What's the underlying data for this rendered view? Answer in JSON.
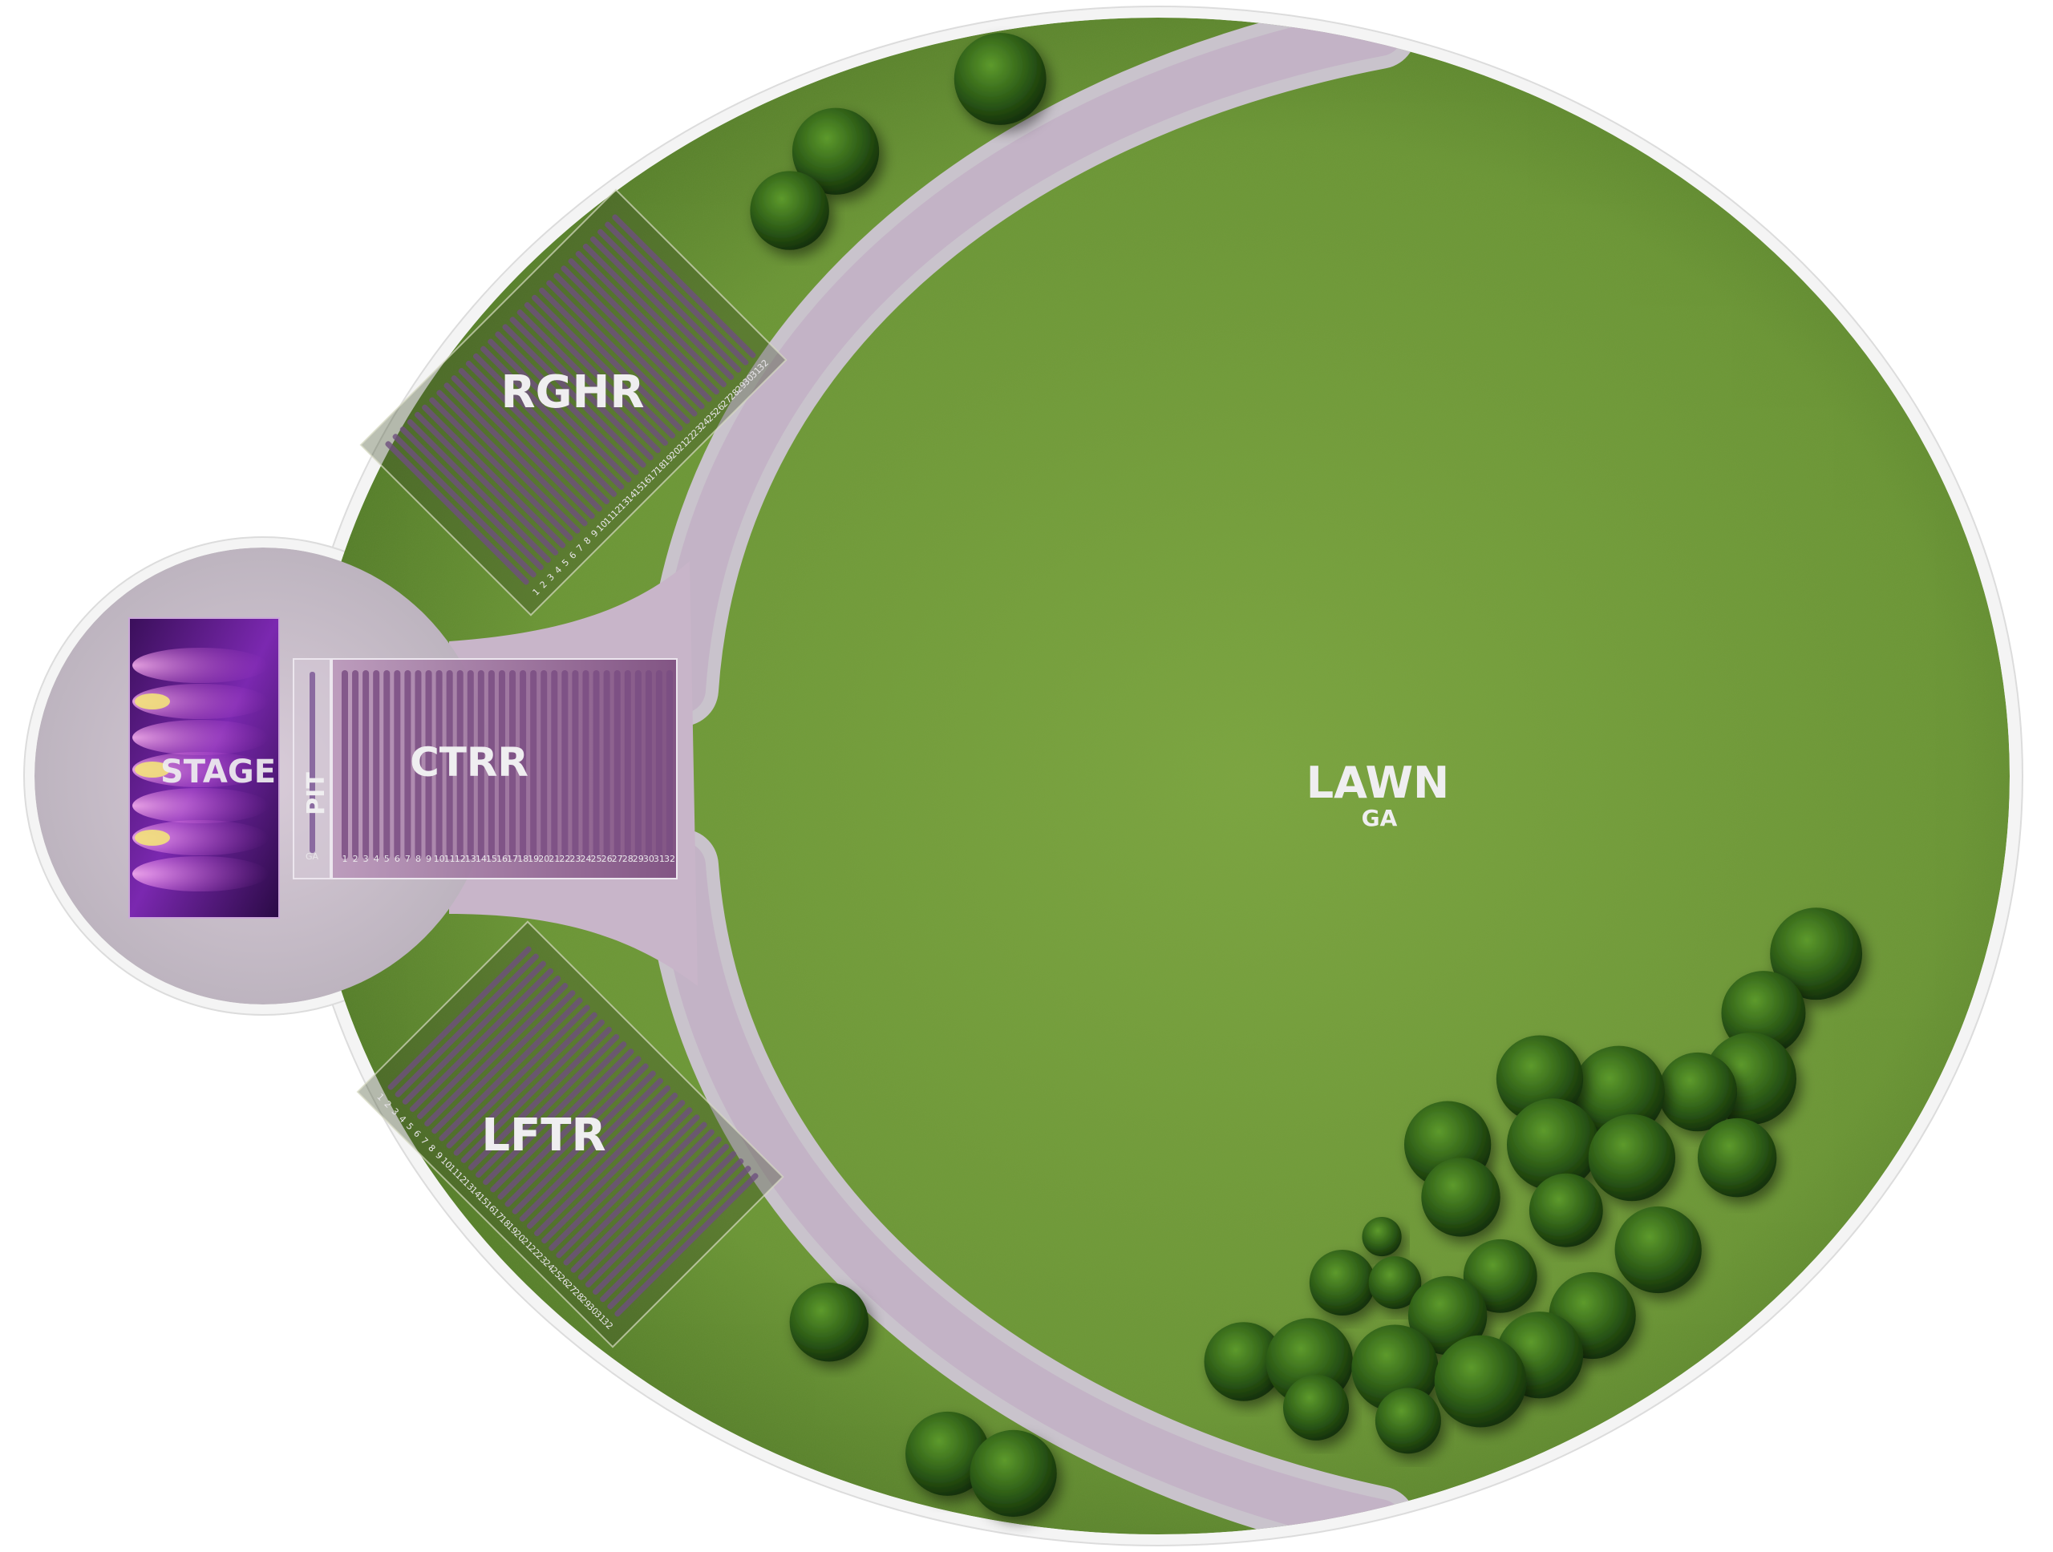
{
  "map": {
    "sections": {
      "stage": {
        "label": "STAGE"
      },
      "pit": {
        "label": "PIT",
        "row_label": "GA"
      },
      "ctrr": {
        "label": "CTRR"
      },
      "rghr": {
        "label": "RGHR"
      },
      "lftr": {
        "label": "LFTR"
      },
      "lawn": {
        "label": "LAWN",
        "sublabel": "GA"
      }
    },
    "row_labels": [
      "1",
      "2",
      "3",
      "4",
      "5",
      "6",
      "7",
      "8",
      "9",
      "10",
      "11",
      "12",
      "13",
      "14",
      "15",
      "16",
      "17",
      "18",
      "19",
      "20",
      "21",
      "22",
      "23",
      "24",
      "25",
      "26",
      "27",
      "28",
      "29",
      "30",
      "31",
      "32"
    ],
    "colors": {
      "grass": "#6f9a3a",
      "grass_dark": "#4f7a28",
      "path": "#b9a4ba",
      "plaza": "#c9bcc9",
      "stage": "#6a1f9a",
      "seating": "#7c4f86",
      "tree": "#2f5a1a",
      "border": "#f2f2f2"
    },
    "icons": [
      "tree-icon"
    ]
  }
}
